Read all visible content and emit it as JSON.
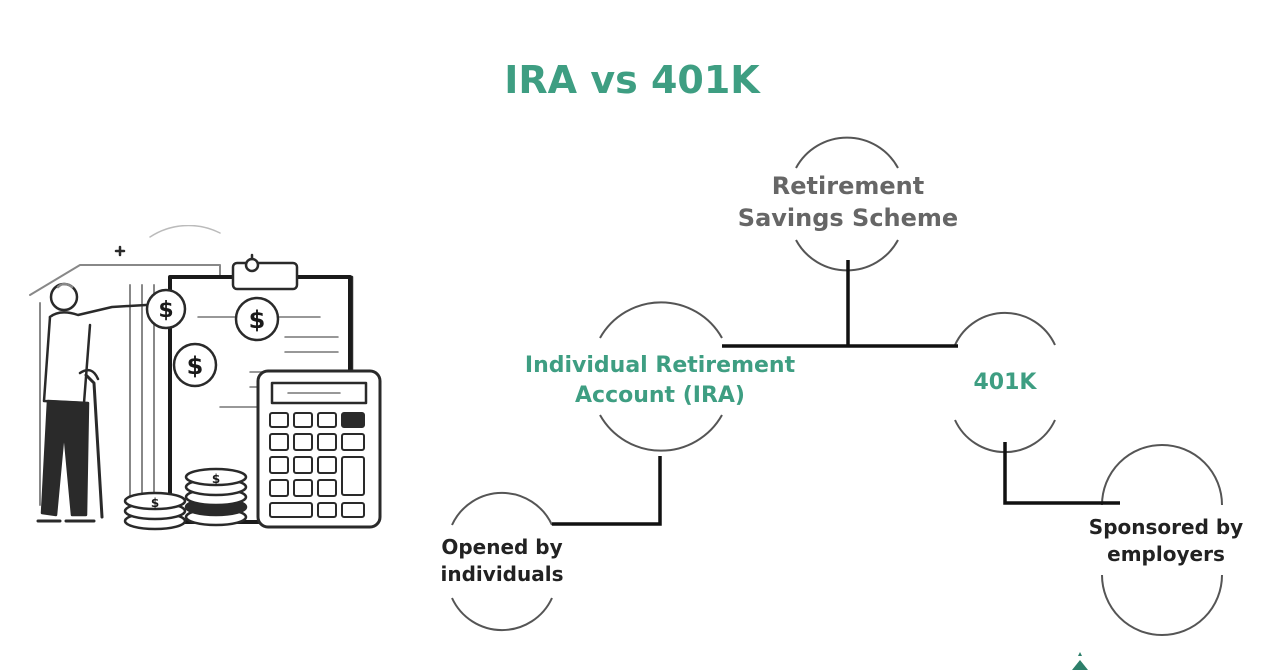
{
  "title": "IRA vs 401K",
  "colors": {
    "accent": "#3e9e82",
    "text_dark": "#222222",
    "text_gray": "#666666",
    "line": "#111111",
    "arc": "#555555"
  },
  "nodes": {
    "root": {
      "label_line1": "Retirement",
      "label_line2": "Savings Scheme"
    },
    "ira": {
      "label_line1": "Individual Retirement",
      "label_line2": "Account (IRA)"
    },
    "k401": {
      "label": "401K"
    },
    "ira_child": {
      "label_line1": "Opened by",
      "label_line2": "individuals"
    },
    "k401_child": {
      "label_line1": "Sponsored by",
      "label_line2": "employers"
    }
  },
  "illustration": {
    "icons": [
      "person-with-cane-icon",
      "clipboard-icon",
      "dollar-coin-icon",
      "calculator-icon",
      "coin-stack-icon"
    ]
  }
}
